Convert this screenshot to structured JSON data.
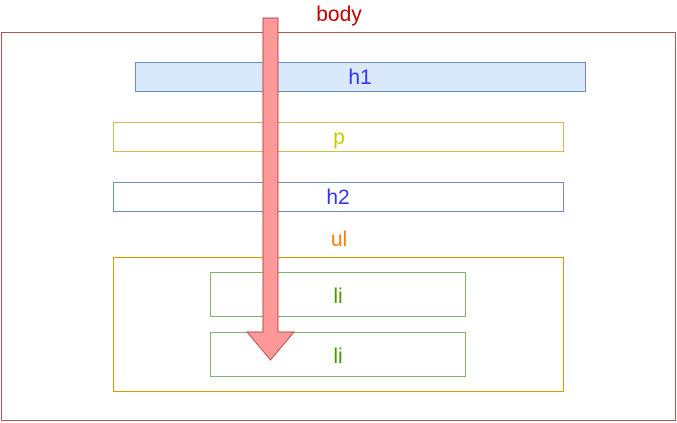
{
  "diagram": {
    "body": {
      "label": "body",
      "color": "#c00000",
      "border": "#b85450"
    },
    "h1": {
      "label": "h1",
      "color": "#3333ff",
      "border": "#6c8ebf",
      "fill": "#dae8fc"
    },
    "p": {
      "label": "p",
      "color": "#cccc00",
      "border": "#d6b656"
    },
    "h2": {
      "label": "h2",
      "color": "#3333ff",
      "border": "#6c8ebf"
    },
    "ul": {
      "label": "ul",
      "color": "#ff8000",
      "border": "#d79b00"
    },
    "li_items": [
      {
        "label": "li",
        "color": "#4d9900",
        "border": "#82b366"
      },
      {
        "label": "li",
        "color": "#4d9900",
        "border": "#82b366"
      }
    ],
    "arrow": {
      "fill": "#ff9999",
      "stroke": "#b85450"
    }
  }
}
